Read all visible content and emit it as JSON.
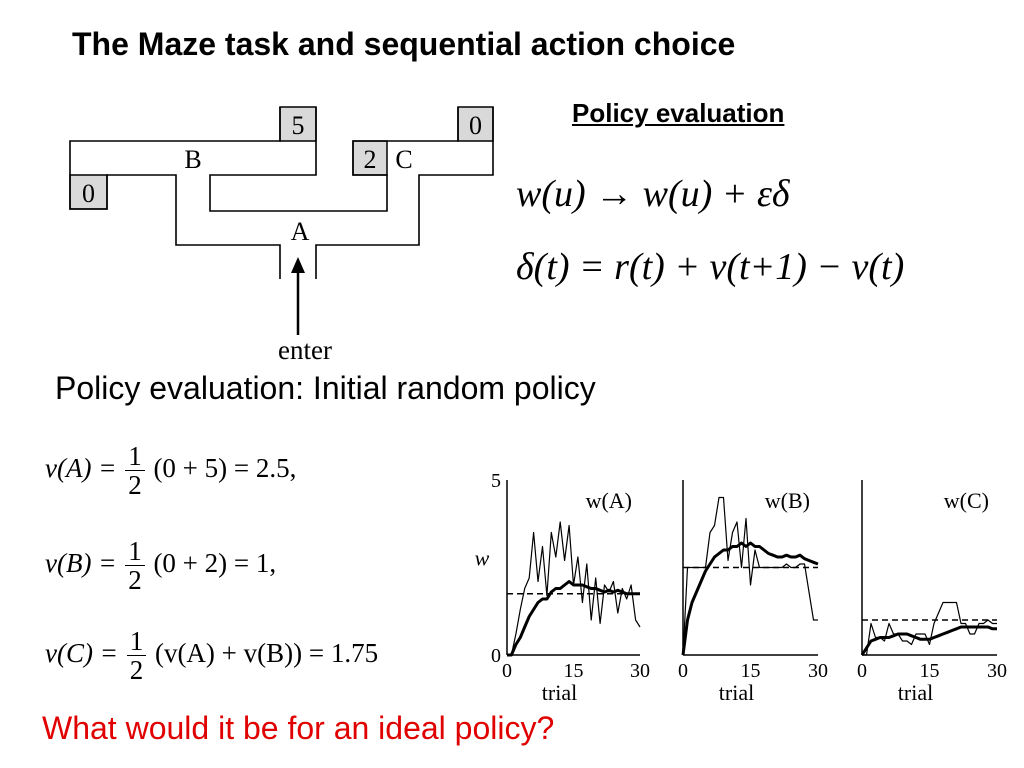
{
  "slide": {
    "title": "The Maze task and sequential action choice",
    "policy_heading": "Policy evaluation",
    "subtitle": "Policy evaluation: Initial random policy",
    "question": "What would it be for an ideal policy?"
  },
  "maze": {
    "label_A": "A",
    "label_B": "B",
    "label_C": "C",
    "reward_B_left": "0",
    "reward_B_right": "5",
    "reward_C_left": "2",
    "reward_C_right": "0",
    "enter_label": "enter",
    "reward_box_color": "#d9d9d9"
  },
  "equations": {
    "update_rule": "w(u) → w(u) + εδ",
    "td_error": "δ(t) = r(t) + v(t+1) − v(t)",
    "vA_lhs": "v(A) =",
    "vA_rhs": "(0 + 5) = 2.5,",
    "vB_lhs": "v(B) =",
    "vB_rhs": "(0 + 2) = 1,",
    "vC_lhs": "v(C) =",
    "vC_rhs": "(v(A) + v(B)) = 1.75",
    "frac_num": "1",
    "frac_den": "2"
  },
  "chart_data": [
    {
      "type": "line",
      "title": "w(A)",
      "ylabel": "w",
      "xlabel": "trial",
      "xlim": [
        0,
        30
      ],
      "ylim": [
        0,
        5
      ],
      "xticks": [
        "0",
        "15",
        "30"
      ],
      "yticks": [
        "0",
        "5"
      ],
      "reference_line": 1.75,
      "series": [
        {
          "x": [
            0,
            1,
            2,
            3,
            4,
            5,
            6,
            7,
            8,
            9,
            10,
            11,
            12,
            13,
            14,
            15,
            16,
            17,
            18,
            19,
            20,
            21,
            22,
            23,
            24,
            25,
            26,
            27,
            28,
            29,
            30
          ],
          "values": [
            0,
            0,
            0.6,
            1.3,
            1.9,
            2.2,
            3.5,
            2.1,
            3.1,
            1.7,
            3.5,
            2.8,
            3.8,
            2.7,
            3.7,
            2.0,
            2.8,
            1.5,
            2.6,
            1.0,
            2.2,
            0.9,
            2.0,
            1.8,
            2.1,
            1.2,
            1.9,
            1.6,
            2.0,
            1.0,
            0.8
          ]
        },
        {
          "x": [
            0,
            1,
            2,
            3,
            4,
            5,
            6,
            7,
            8,
            9,
            10,
            11,
            12,
            13,
            14,
            15,
            16,
            17,
            18,
            19,
            20,
            21,
            22,
            23,
            24,
            25,
            26,
            27,
            28,
            29,
            30
          ],
          "values": [
            0,
            0,
            0.3,
            0.5,
            0.8,
            1.1,
            1.3,
            1.5,
            1.6,
            1.6,
            1.8,
            1.9,
            1.9,
            2.0,
            2.1,
            2.0,
            2.0,
            2.0,
            1.95,
            1.9,
            1.9,
            1.85,
            1.8,
            1.85,
            1.8,
            1.85,
            1.8,
            1.75,
            1.75,
            1.75,
            1.75
          ]
        }
      ]
    },
    {
      "type": "line",
      "title": "w(B)",
      "xlabel": "trial",
      "xlim": [
        0,
        30
      ],
      "ylim": [
        0,
        5
      ],
      "xticks": [
        "0",
        "15",
        "30"
      ],
      "reference_line": 2.5,
      "series": [
        {
          "x": [
            0,
            1,
            2,
            3,
            4,
            5,
            6,
            7,
            8,
            9,
            10,
            11,
            12,
            13,
            14,
            15,
            16,
            17,
            18,
            19,
            20,
            21,
            22,
            23,
            24,
            25,
            26,
            27,
            28,
            29,
            30
          ],
          "values": [
            0,
            2.5,
            2.5,
            2.5,
            2.5,
            2.5,
            3.5,
            3.7,
            4.5,
            4.5,
            2.7,
            3.5,
            3.8,
            2.5,
            3.9,
            2.0,
            3.0,
            2.5,
            2.5,
            2.5,
            2.5,
            2.5,
            2.5,
            2.6,
            2.5,
            2.5,
            2.6,
            2.6,
            1.8,
            1.0,
            1.0
          ]
        },
        {
          "x": [
            0,
            1,
            2,
            3,
            4,
            5,
            6,
            7,
            8,
            9,
            10,
            11,
            12,
            13,
            14,
            15,
            16,
            17,
            18,
            19,
            20,
            21,
            22,
            23,
            24,
            25,
            26,
            27,
            28,
            29,
            30
          ],
          "values": [
            0,
            1.0,
            1.5,
            1.8,
            2.1,
            2.4,
            2.6,
            2.8,
            2.9,
            3.0,
            3.0,
            3.1,
            3.1,
            3.2,
            3.1,
            3.2,
            3.1,
            3.1,
            3.0,
            2.9,
            2.85,
            2.8,
            2.8,
            2.85,
            2.8,
            2.8,
            2.85,
            2.75,
            2.7,
            2.65,
            2.6
          ]
        }
      ]
    },
    {
      "type": "line",
      "title": "w(C)",
      "xlabel": "trial",
      "xlim": [
        0,
        30
      ],
      "ylim": [
        0,
        5
      ],
      "xticks": [
        "0",
        "15",
        "30"
      ],
      "reference_line": 1.0,
      "series": [
        {
          "x": [
            0,
            1,
            2,
            3,
            4,
            5,
            6,
            7,
            8,
            9,
            10,
            11,
            12,
            13,
            14,
            15,
            16,
            17,
            18,
            19,
            20,
            21,
            22,
            23,
            24,
            25,
            26,
            27,
            28,
            29,
            30
          ],
          "values": [
            0,
            0,
            0.9,
            0.5,
            0.5,
            0.4,
            0.9,
            0.6,
            0.6,
            0.4,
            0.4,
            0.3,
            0.6,
            0.6,
            0.6,
            0.3,
            0.9,
            1.2,
            1.5,
            1.5,
            1.5,
            1.5,
            0.9,
            0.9,
            0.6,
            0.6,
            0.9,
            0.9,
            1.0,
            0.9,
            0.9
          ]
        },
        {
          "x": [
            0,
            1,
            2,
            3,
            4,
            5,
            6,
            7,
            8,
            9,
            10,
            11,
            12,
            13,
            14,
            15,
            16,
            17,
            18,
            19,
            20,
            21,
            22,
            23,
            24,
            25,
            26,
            27,
            28,
            29,
            30
          ],
          "values": [
            0,
            0.2,
            0.4,
            0.45,
            0.5,
            0.5,
            0.5,
            0.55,
            0.6,
            0.6,
            0.6,
            0.55,
            0.5,
            0.45,
            0.45,
            0.45,
            0.5,
            0.55,
            0.6,
            0.65,
            0.7,
            0.75,
            0.8,
            0.8,
            0.8,
            0.8,
            0.8,
            0.8,
            0.8,
            0.75,
            0.75
          ]
        }
      ]
    }
  ]
}
